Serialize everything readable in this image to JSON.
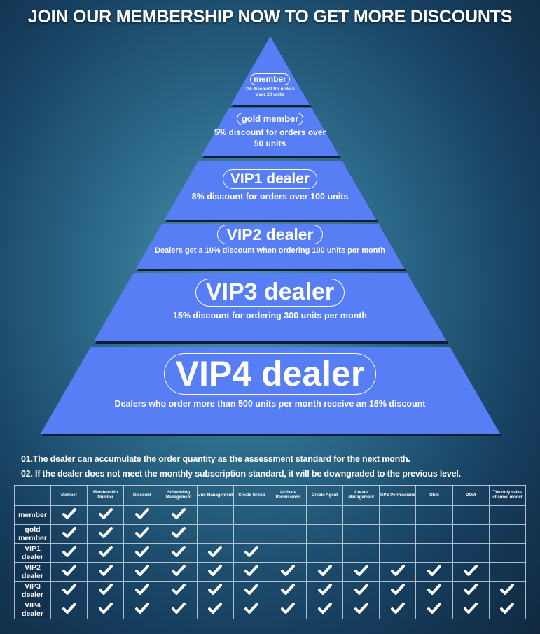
{
  "title": "JOIN OUR MEMBERSHIP NOW TO GET MORE DISCOUNTS",
  "colors": {
    "tier": "#577ef5"
  },
  "tiers": [
    {
      "name": "member",
      "desc": "2% discount for orders over 20 units"
    },
    {
      "name": "gold member",
      "desc": "5% discount for orders over 50 units"
    },
    {
      "name": "VIP1 dealer",
      "desc": "8% discount for orders over 100 units"
    },
    {
      "name": "VIP2 dealer",
      "desc": "Dealers get a 10% discount when ordering 100 units per month"
    },
    {
      "name": "VIP3 dealer",
      "desc": "15% discount for ordering 300 units per month"
    },
    {
      "name": "VIP4 dealer",
      "desc": "Dealers who order more than 500 units per month receive an 18% discount"
    }
  ],
  "notes": [
    "01.The dealer can accumulate the order quantity as the assessment standard for the next month.",
    "02. If the dealer does not meet the monthly subscription standard, it will be downgraded to the previous level."
  ],
  "table": {
    "columns": [
      "Member",
      "Membership Number",
      "Discount",
      "Scheduling Management",
      "Unit Management",
      "Create Group",
      "Activate Permissions",
      "Create Agent",
      "Create Management",
      "GPS Permissions",
      "OEM",
      "DOM",
      "The only sales channel model"
    ],
    "rows": [
      {
        "label": "member",
        "checks": 4
      },
      {
        "label": "gold member",
        "checks": 4
      },
      {
        "label": "VIP1 dealer",
        "checks": 6
      },
      {
        "label": "VIP2 dealer",
        "checks": 12
      },
      {
        "label": "VIP3 dealer",
        "checks": 13
      },
      {
        "label": "VIP4 dealer",
        "checks": 13
      }
    ]
  }
}
